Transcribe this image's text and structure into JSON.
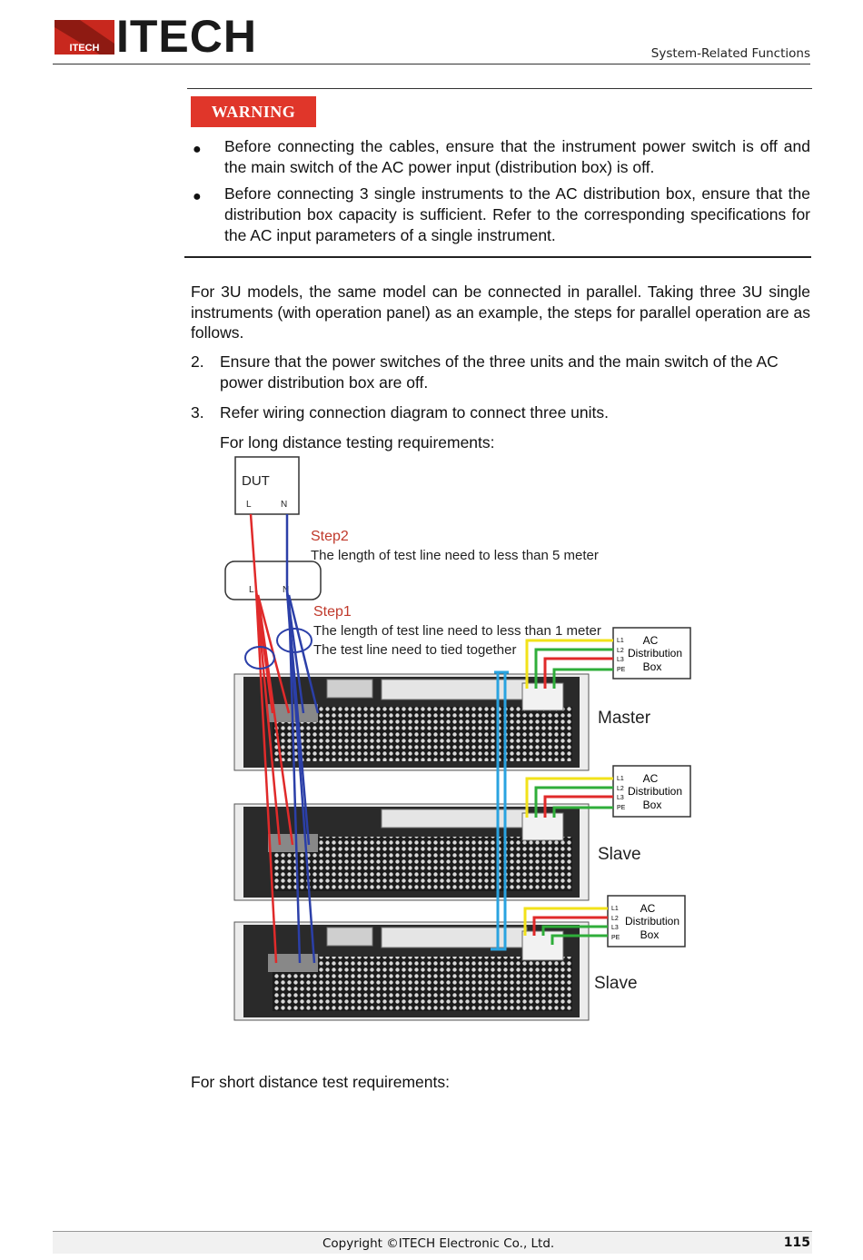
{
  "header": {
    "logo_text": "ITECH",
    "logo_mark_text": "ITECH",
    "section_title": "System-Related Functions"
  },
  "warning": {
    "badge": "WARNING",
    "items": [
      "Before connecting the cables, ensure that the instrument power switch is off and the main switch of the AC power input (distribution box) is off.",
      "Before connecting 3 single instruments to the AC distribution box, ensure that the distribution box capacity is sufficient. Refer to the corresponding specifications for the AC input parameters of a single instrument."
    ],
    "bullet": "●"
  },
  "body": {
    "intro": "For 3U models, the same model can be connected in parallel. Taking three 3U single instruments (with operation panel) as an example, the steps for parallel operation are as follows.",
    "steps": [
      {
        "num": "2.",
        "text": "Ensure that the power switches of the three units and the main switch of the AC power distribution box are off."
      },
      {
        "num": "3.",
        "text": "Refer wiring connection diagram to connect three units."
      }
    ],
    "long_distance": "For long distance testing requirements:",
    "short_distance": "For short distance test requirements:"
  },
  "diagram": {
    "dut_label": "DUT",
    "terminal_l": "L",
    "terminal_n": "N",
    "step2_title": "Step2",
    "step2_text": "The length of test line need to less than 5 meter",
    "step1_title": "Step1",
    "step1_line1": "The length of test line need to less than 1 meter",
    "step1_line2": "The test line need to tied together",
    "ac_box": {
      "line1": "AC",
      "line2": "Distribution",
      "line3": "Box",
      "l1": "L1",
      "l2": "L2",
      "l3": "L3",
      "pe": "PE"
    },
    "units": [
      "Master",
      "Slave",
      "Slave"
    ],
    "colors": {
      "red": "#e02a2a",
      "blue": "#2b3fa8",
      "cyan": "#2aa3e0",
      "yellow": "#f2e21a",
      "green": "#2fae3a",
      "step": "#c0392b"
    }
  },
  "footer": {
    "copyright": "Copyright ©ITECH Electronic Co., Ltd.",
    "page": "115"
  }
}
